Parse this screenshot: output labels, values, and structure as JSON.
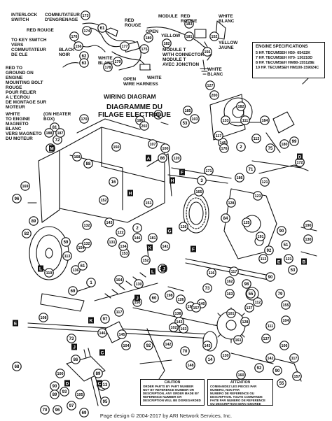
{
  "wiring_labels": {
    "interlock": [
      "INTERLOCK",
      "SWITCH"
    ],
    "commutateur_engrenage": [
      "COMMUTATEUR",
      "D'ENGRENAGE"
    ],
    "red_rouge_1": "RED ROUGE",
    "to_key_switch": [
      "TO KEY SWITCH",
      "VERS",
      "COMMUTATEUR",
      "DE CLE"
    ],
    "black_noir": [
      "BLACK",
      "NOIR"
    ],
    "white_blanc_1": [
      "WHITE",
      "BLANC"
    ],
    "red_rouge_2": [
      "RED",
      "ROUGE"
    ],
    "red_to_ground": [
      "RED TO",
      "GROUND ON",
      "ENGINE",
      "MOUNTING BOLT",
      "ROUGE",
      "POUR RELIER",
      "A L'ECROU",
      "DE MONTAGE SUR",
      "MOTEUR"
    ],
    "white_to_magneto": [
      "WHITE",
      "TO ENGINE",
      "MAGNETO",
      "BLANC",
      "VERS MAGNETO",
      "DU MOTEUR"
    ],
    "on_heater_box": [
      "(ON HEATER",
      "BOX)"
    ],
    "white_1": "WHITE",
    "open_wire_harness": [
      "OPEN",
      "WIRE HARNESS"
    ],
    "module": "MODULE",
    "red_rouge_3": [
      "RED",
      "ROUGE"
    ],
    "open": "OPEN",
    "yellow_1": "YELLOW",
    "white_blanc_2": [
      "WHITE",
      "BLANC"
    ],
    "module_t": [
      "MODULE T",
      "WITH CONNECTOR",
      "MODULE T",
      "AVEC JONCTION"
    ],
    "yellow_jaune": [
      "YELLOW",
      "JAUNE"
    ],
    "white_blanc_3": [
      "WHITE",
      "BLANC"
    ]
  },
  "titles": {
    "wiring_diagram": "WIRING DIAGRAM",
    "diagramme": [
      "DIAGRAMME DU",
      "FILAGE ELECTRIQUE"
    ]
  },
  "engine_specs": {
    "heading": "ENGINE SPECIFICATIONS",
    "lines": [
      "5 HP. TECUMSEH H50- 65422K",
      "7 HP. TECUMSEH H70- 130210D",
      "8 HP. TECUMSEH HM80-155128E",
      "10 HP. TECUMSEH HM100-159024C"
    ]
  },
  "caution_note": {
    "heading": "CAUTION",
    "lines": [
      "ORDER PARTS BY PART NUMBER",
      "NOT BY REFERENCE NUMBER OR",
      "DESCRIPTION. ANY ORDER MADE BY",
      "REFERENCE NUMBER OR",
      "DESCRIPTION WILL BE DISREGARDED"
    ]
  },
  "attention_note": {
    "heading": "ATTENTION",
    "lines": [
      "COMMANDEZ LES PIECES PAR",
      "NUMERO, NON PAR",
      "NUMERO DE REFERENCE OU",
      "DESCRIPTION. TOUTE COMMANDE",
      "FAITE PAR NUMERO DE REFERENCE",
      "OU DESCRIPTION SERA IGNOREE"
    ]
  },
  "footer": "Page design © 2004-2017 by ARI Network Services, Inc.",
  "circled_parts": [
    "173",
    "174",
    "176",
    "61",
    "156",
    "177",
    "62",
    "175",
    "63",
    "178",
    "179",
    "180",
    "182",
    "183",
    "181",
    "156",
    "152",
    "170",
    "72",
    "1",
    "127",
    "185",
    "81",
    "187",
    "188",
    "186",
    "202",
    "201",
    "200",
    "182",
    "111",
    "145",
    "53",
    "103",
    "184",
    "107",
    "100",
    "168",
    "150",
    "133",
    "117",
    "86",
    "120",
    "88",
    "2",
    "113",
    "75",
    "180",
    "99",
    "142",
    "3",
    "71",
    "176",
    "16",
    "172",
    "169",
    "121",
    "96",
    "89",
    "171",
    "186",
    "152",
    "123",
    "128",
    "165",
    "84",
    "125",
    "151",
    "132",
    "126",
    "190",
    "191",
    "143",
    "122",
    "146",
    "154",
    "92",
    "181",
    "131",
    "2",
    "51",
    "121",
    "141",
    "90",
    "130",
    "53",
    "153",
    "82",
    "59",
    "132",
    "119",
    "136",
    "116",
    "162",
    "152",
    "134",
    "55",
    "163",
    "113",
    "117",
    "113",
    "1",
    "69",
    "73",
    "98",
    "60",
    "126",
    "61",
    "164",
    "130",
    "111",
    "137",
    "140",
    "117",
    "112",
    "79",
    "155",
    "198",
    "199",
    "150",
    "90",
    "128",
    "108",
    "138",
    "101",
    "157",
    "143",
    "102",
    "97",
    "146",
    "143",
    "161",
    "111",
    "104",
    "137",
    "70",
    "163",
    "106",
    "142",
    "73",
    "145",
    "104",
    "148",
    "92",
    "142",
    "92",
    "160",
    "130",
    "157",
    "90",
    "55",
    "86",
    "100",
    "89",
    "96",
    "13",
    "14",
    "117",
    "95",
    "93",
    "69",
    "70",
    "90",
    "68",
    "89",
    "100",
    "97",
    "105"
  ],
  "letter_tags": [
    "E",
    "L",
    "F",
    "M",
    "D",
    "K",
    "E",
    "J",
    "J",
    "B",
    "H",
    "A",
    "C",
    "L",
    "K",
    "J",
    "H",
    "G",
    "F",
    "C",
    "D"
  ]
}
